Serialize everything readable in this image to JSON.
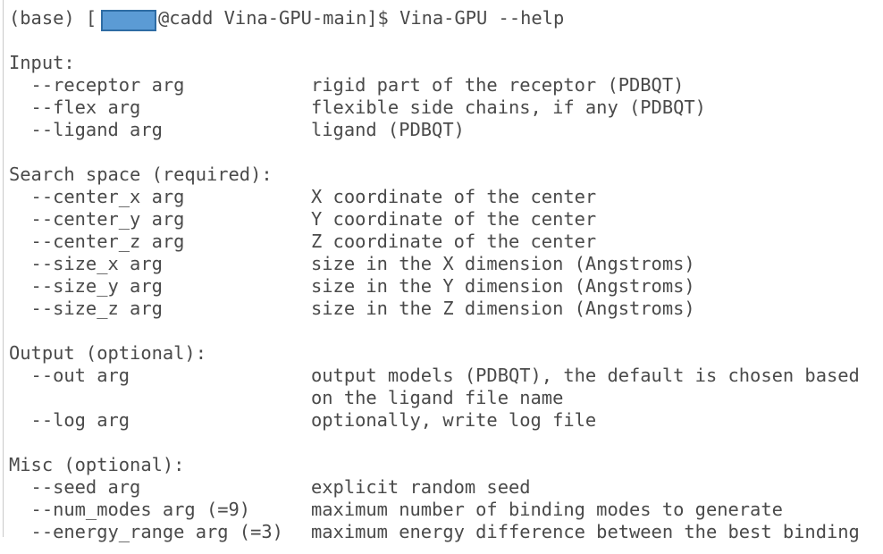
{
  "terminal": {
    "prompt": {
      "env": "(base) ",
      "bracket_open": "[",
      "redacted_user": "",
      "host_and_path": "@cadd Vina-GPU-main]$ ",
      "command": "Vina-GPU --help",
      "redaction_fill_color": "#5b9bd5",
      "redaction_border_color": "#2e6ca4"
    },
    "text_color": "#4a4a4a",
    "background_color": "#ffffff",
    "rule_color": "#c9c9c9",
    "sections": [
      {
        "heading": "Input:",
        "options": [
          {
            "flag": "  --receptor arg",
            "description": "rigid part of the receptor (PDBQT)"
          },
          {
            "flag": "  --flex arg",
            "description": "flexible side chains, if any (PDBQT)"
          },
          {
            "flag": "  --ligand arg",
            "description": "ligand (PDBQT)"
          }
        ]
      },
      {
        "heading": "Search space (required):",
        "options": [
          {
            "flag": "  --center_x arg",
            "description": "X coordinate of the center"
          },
          {
            "flag": "  --center_y arg",
            "description": "Y coordinate of the center"
          },
          {
            "flag": "  --center_z arg",
            "description": "Z coordinate of the center"
          },
          {
            "flag": "  --size_x arg",
            "description": "size in the X dimension (Angstroms)"
          },
          {
            "flag": "  --size_y arg",
            "description": "size in the Y dimension (Angstroms)"
          },
          {
            "flag": "  --size_z arg",
            "description": "size in the Z dimension (Angstroms)"
          }
        ]
      },
      {
        "heading": "Output (optional):",
        "options": [
          {
            "flag": "  --out arg",
            "description": "output models (PDBQT), the default is chosen based"
          },
          {
            "flag": "",
            "description": "on the ligand file name"
          },
          {
            "flag": "  --log arg",
            "description": "optionally, write log file"
          }
        ]
      },
      {
        "heading": "Misc (optional):",
        "options": [
          {
            "flag": "  --seed arg",
            "description": "explicit random seed"
          },
          {
            "flag": "  --num_modes arg (=9)",
            "description": "maximum number of binding modes to generate"
          },
          {
            "flag": "  --energy_range arg (=3)",
            "description": "maximum energy difference between the best binding"
          }
        ]
      }
    ]
  }
}
